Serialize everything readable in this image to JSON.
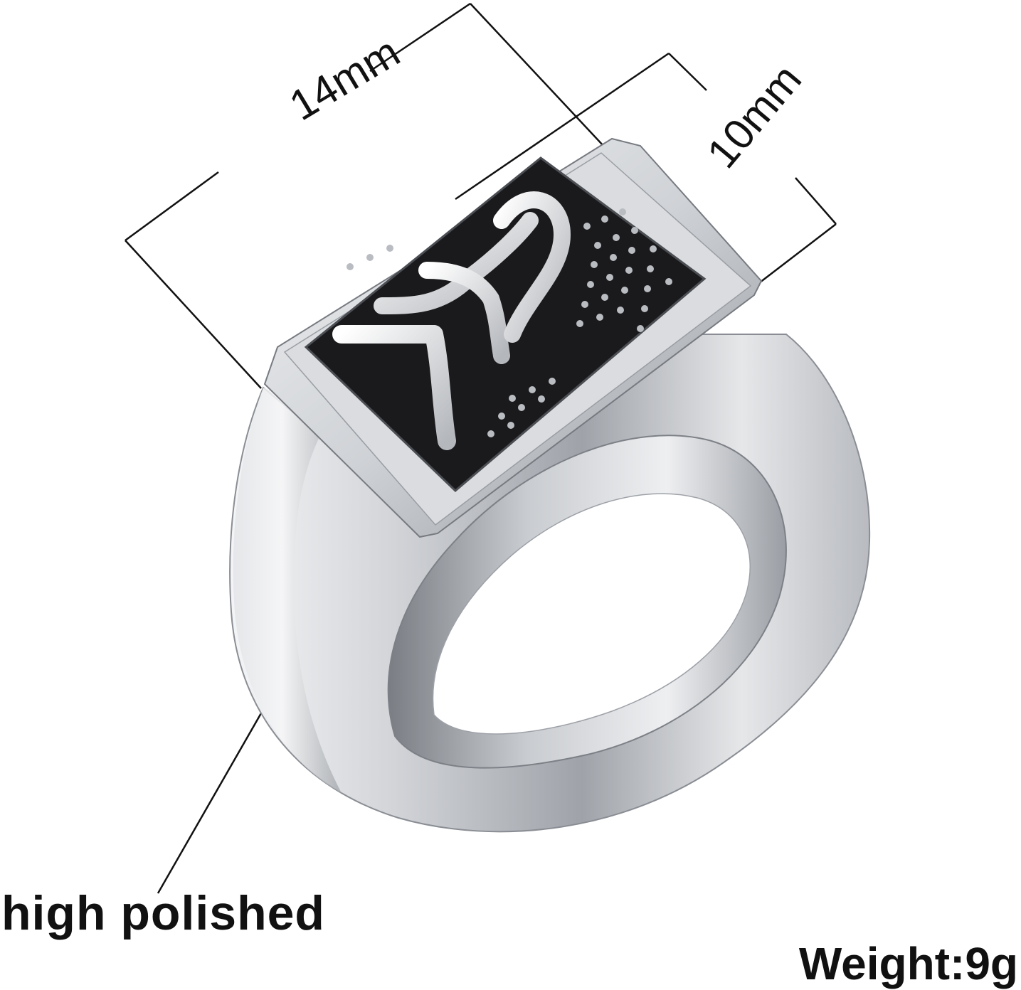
{
  "dimensions": {
    "length": "14mm",
    "width": "10mm"
  },
  "annotations": {
    "finish": "high polished",
    "weight": "Weight:9g"
  },
  "colors": {
    "background": "#ffffff",
    "line": "#111111",
    "metal_light": "#e9eaec",
    "metal_mid": "#b9bcc1",
    "metal_dark": "#6f7379",
    "enamel": "#1a1a1c"
  },
  "product": {
    "type": "signet ring",
    "emblem": "virgo-zodiac-symbol"
  }
}
